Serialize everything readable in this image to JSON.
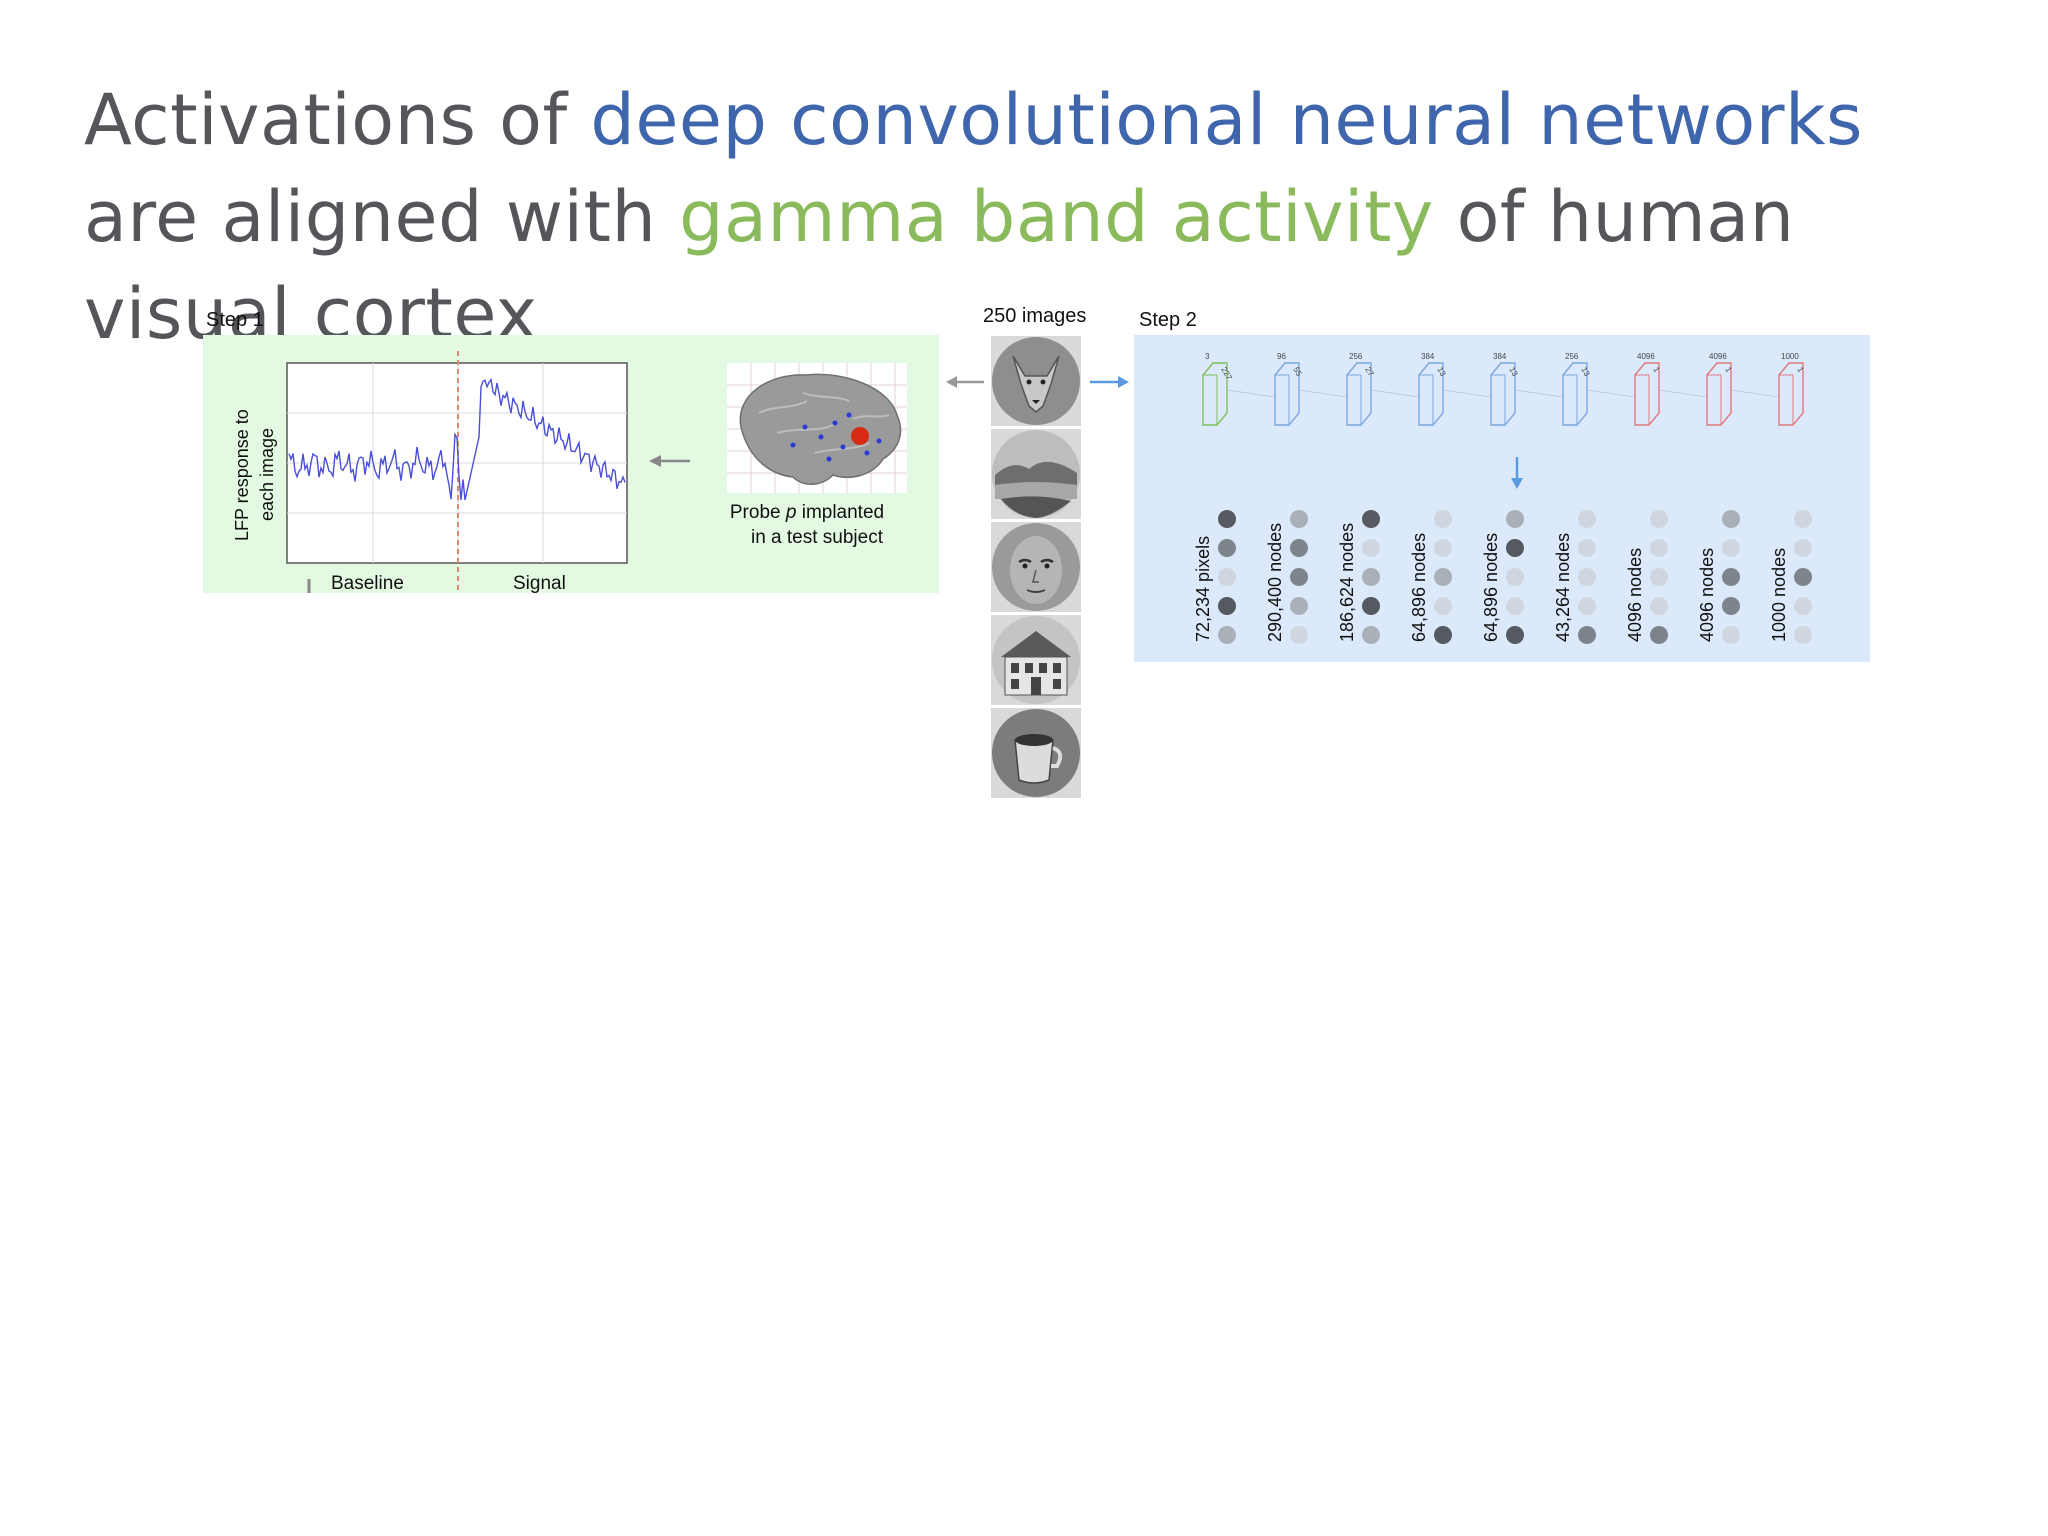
{
  "title": {
    "part1": "Activations of ",
    "highlight1": "deep convolutional neural networks",
    "part2": " are aligned with ",
    "highlight2": "gamma band activity",
    "part3": " of human visual cortex"
  },
  "step1": {
    "label": "Step 1",
    "ylabel_line1": "LFP response to",
    "ylabel_line2": "each image",
    "baseline_label": "Baseline",
    "signal_label": "Signal",
    "probe_prefix": "Probe ",
    "probe_var": "p",
    "probe_suffix": " implanted",
    "probe_line2": "in a test subject"
  },
  "images": {
    "label": "250 images",
    "items": [
      "wolf-image",
      "landscape-image",
      "face-image",
      "house-image",
      "cup-image"
    ]
  },
  "step2": {
    "label": "Step 2",
    "layers": [
      {
        "name": "72,234 pixels",
        "color": "#7fbf5a",
        "top": "3",
        "side": "227"
      },
      {
        "name": "290,400 nodes",
        "color": "#7aa6e0",
        "top": "96",
        "side": "55"
      },
      {
        "name": "186,624 nodes",
        "color": "#7aa6e0",
        "top": "256",
        "side": "27"
      },
      {
        "name": "64,896 nodes",
        "color": "#7aa6e0",
        "top": "384",
        "side": "13"
      },
      {
        "name": "64,896 nodes",
        "color": "#7aa6e0",
        "top": "384",
        "side": "13"
      },
      {
        "name": "43,264 nodes",
        "color": "#7aa6e0",
        "top": "256",
        "side": "13"
      },
      {
        "name": "4096 nodes",
        "color": "#e07a7a",
        "top": "4096",
        "side": "1"
      },
      {
        "name": "4096 nodes",
        "color": "#e07a7a",
        "top": "4096",
        "side": "1"
      },
      {
        "name": "1000 nodes",
        "color": "#e07a7a",
        "top": "1000",
        "side": "1"
      }
    ],
    "activation_shades": [
      [
        4,
        3,
        1,
        4,
        2
      ],
      [
        2,
        3,
        3,
        2,
        1
      ],
      [
        4,
        1,
        2,
        4,
        2
      ],
      [
        1,
        1,
        2,
        1,
        4
      ],
      [
        2,
        4,
        1,
        1,
        4
      ],
      [
        1,
        1,
        1,
        1,
        3
      ],
      [
        1,
        1,
        1,
        1,
        3
      ],
      [
        2,
        1,
        3,
        3,
        1
      ],
      [
        1,
        1,
        3,
        1,
        1
      ]
    ]
  },
  "colors": {
    "title_gray": "#55565a",
    "title_blue": "#3f66ad",
    "title_green": "#8aba5c",
    "step1_bg": "#e4f9e2",
    "step2_bg": "#dce9fb",
    "signal_line": "#4a4fd8",
    "probe_dot": "#d52b12",
    "baseline_divider": "#e08a6a"
  }
}
